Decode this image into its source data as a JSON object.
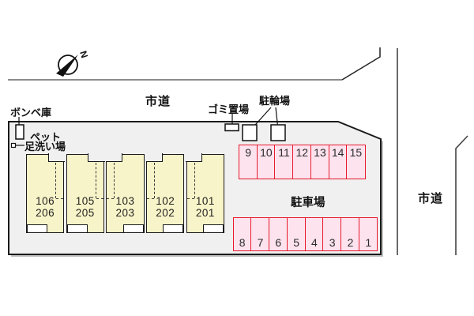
{
  "compass": {
    "label": "N"
  },
  "roads": {
    "top_label": "市道",
    "right_label": "市道"
  },
  "site": {
    "bombe_label": "ボンベ庫",
    "pet_label_line1": "ペット",
    "pet_label_line2": "足洗い場",
    "garbage_label": "ゴミ置場",
    "bicycle_label": "駐輪場",
    "parking_label": "駐車場"
  },
  "buildings": {
    "units": [
      {
        "upper": "106",
        "lower": "206"
      },
      {
        "upper": "105",
        "lower": "205"
      },
      {
        "upper": "103",
        "lower": "203"
      },
      {
        "upper": "102",
        "lower": "202"
      },
      {
        "upper": "101",
        "lower": "201"
      }
    ]
  },
  "parking": {
    "top_row": [
      "9",
      "10",
      "11",
      "12",
      "13",
      "14",
      "15"
    ],
    "bottom_row": [
      "8",
      "7",
      "6",
      "5",
      "4",
      "3",
      "2",
      "1"
    ]
  },
  "colors": {
    "site_fill": "#F0F0F0",
    "outline": "#1A1A1A",
    "building_fill": "#F8F4C9",
    "parking_fill": "#FCE3EE",
    "parking_border": "#E8192C",
    "road_line": "#444444",
    "shadow": "#C0C0C0"
  }
}
